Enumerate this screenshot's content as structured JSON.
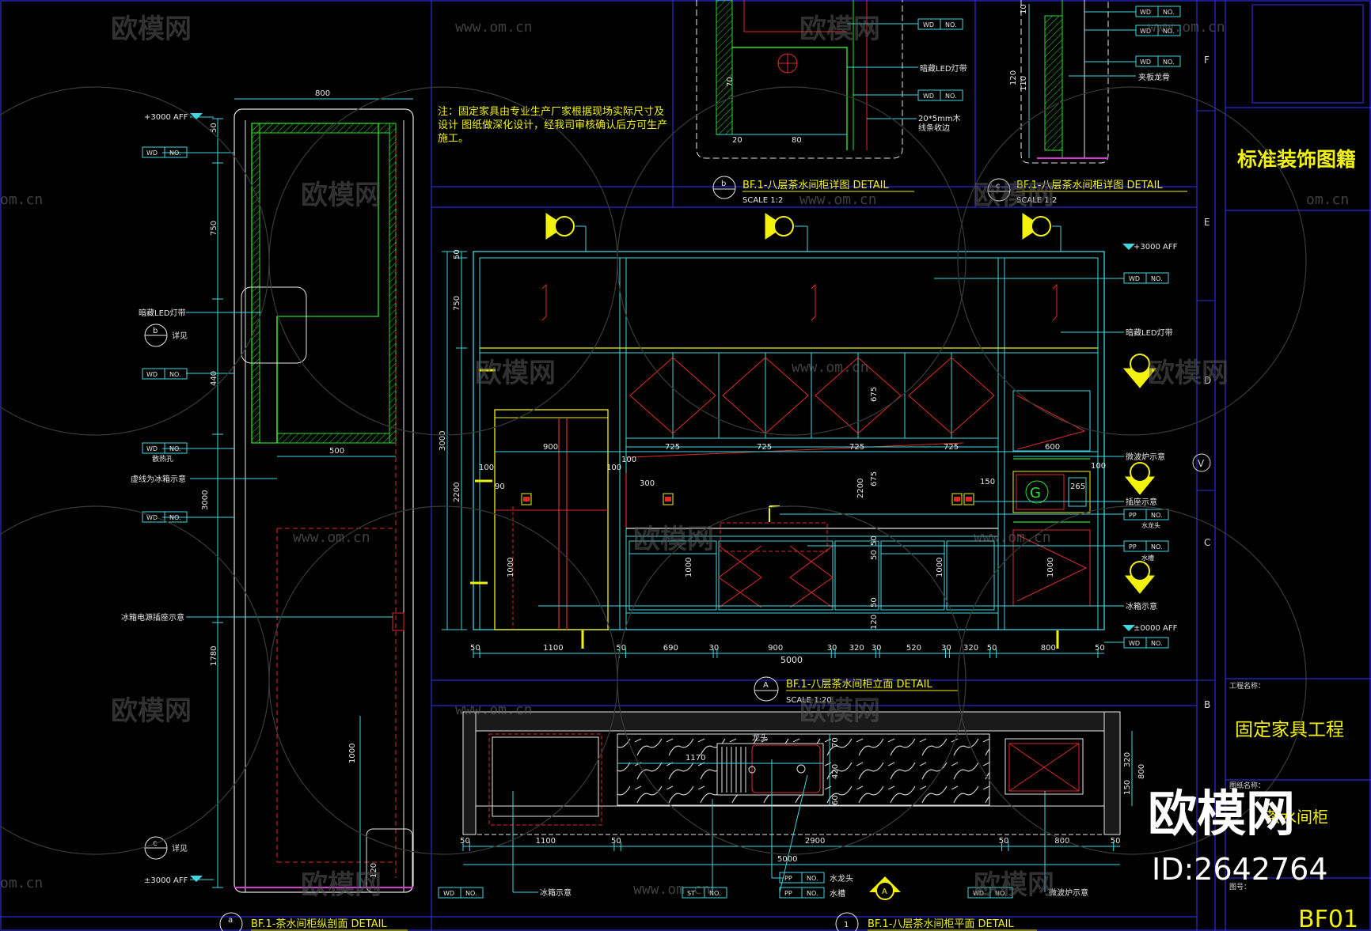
{
  "colors": {
    "background": "#000000",
    "frame": "#2b2bd8",
    "cyan": "#3fd7e0",
    "yellow": "#f2f20a",
    "green": "#2ee02e",
    "red": "#e02a2a",
    "white": "#e6e6e6",
    "magenta": "#d23cd2"
  },
  "title_block": {
    "standard_label": "标准装饰图籍",
    "project_label": "工程名称：",
    "project_name": "固定家具工程",
    "drawing_label": "图纸名称：",
    "drawing_name": "茶水间柜",
    "number_label": "图号：",
    "sheet_number": "BF01",
    "grid_letters": [
      "F",
      "E",
      "D",
      "C",
      "B"
    ]
  },
  "watermark": {
    "brand": "欧模网",
    "url": "www.om.cn",
    "url_short": "om.cn",
    "id": "ID:2642764"
  },
  "note": {
    "lines": [
      "注：固定家具由专业生产厂家根据现场实际尺寸及",
      "设计 图纸做深化设计，经我司审核确认后方可生产",
      "施工。"
    ]
  },
  "views": {
    "section": {
      "marker": "a",
      "title": "BF.1-茶水间柜纵剖面  DETAIL"
    },
    "detail_b": {
      "marker": "b",
      "title": "BF.1-八层茶水间柜详图  DETAIL",
      "scale": "SCALE 1:2"
    },
    "detail_c": {
      "marker": "c",
      "title": "BF.1-八层茶水间柜详图  DETAIL",
      "scale": "SCALE 1:2"
    },
    "elevation": {
      "marker": "A",
      "title": "BF.1-八层茶水间柜立面  DETAIL",
      "scale": "SCALE 1:20"
    },
    "plan": {
      "marker": "1",
      "title": "BF.1-八层茶水间柜平面  DETAIL"
    }
  },
  "section_labels": {
    "top_level": "+3000 AFF",
    "bottom_level": "±3000 AFF",
    "width": "800",
    "dims": [
      "50",
      "750",
      "440",
      "3000",
      "1780",
      "1000",
      "120"
    ],
    "dim_500": "500",
    "led": "暗藏LED灯带",
    "detail_b": "详见",
    "detail_c": "详见",
    "vent": "散热孔",
    "fridge_dash": "虚线为冰箱示意",
    "fridge_socket": "冰箱电源插座示意",
    "tag_a": "WD",
    "tag_b": "NO."
  },
  "detail_b_labels": {
    "d70": "70",
    "d20": "20",
    "d80": "80",
    "led": "暗藏LED灯带",
    "wood": "20*5mm木",
    "wood2": "线条收边"
  },
  "detail_c_labels": {
    "d10": "10",
    "d120": "120",
    "d110": "110",
    "keel": "夹板龙骨"
  },
  "elevation_labels": {
    "top_level": "+3000 AFF",
    "bottom_level": "±0000 AFF",
    "led": "暗藏LED灯带",
    "microwave": "微波炉示意",
    "socket": "插座示意",
    "faucet": "水龙头",
    "sink": "水槽",
    "fridge": "冰箱示意",
    "dims_left": [
      "50",
      "750",
      "3000",
      "2200"
    ],
    "dims_upper": [
      "900",
      "725",
      "725",
      "725",
      "725",
      "600"
    ],
    "dims_bottom": [
      "50",
      "1100",
      "50",
      "690",
      "30",
      "900",
      "30",
      "320",
      "30",
      "520",
      "30",
      "320",
      "50",
      "800",
      "50"
    ],
    "total": "5000",
    "misc": [
      "100",
      "100",
      "100",
      "100",
      "300",
      "150",
      "265",
      "675",
      "675",
      "2200",
      "1000",
      "1000",
      "1000",
      "1000",
      "50",
      "50",
      "50",
      "120"
    ]
  },
  "plan_labels": {
    "dims_bottom": [
      "50",
      "1100",
      "50",
      "2900",
      "50",
      "800",
      "50"
    ],
    "total": "5000",
    "d1170": "1170",
    "side": [
      "320",
      "800",
      "150"
    ],
    "sink_d": [
      "70",
      "420",
      "60"
    ],
    "fridge": "冰箱示意",
    "faucet": "水龙头",
    "sink": "水槽",
    "microwave": "微波炉示意",
    "tag_pp": "PP",
    "tag_st": "ST",
    "tag_no": "NO.",
    "tag_wd": "WD",
    "text_top": "龙头"
  }
}
